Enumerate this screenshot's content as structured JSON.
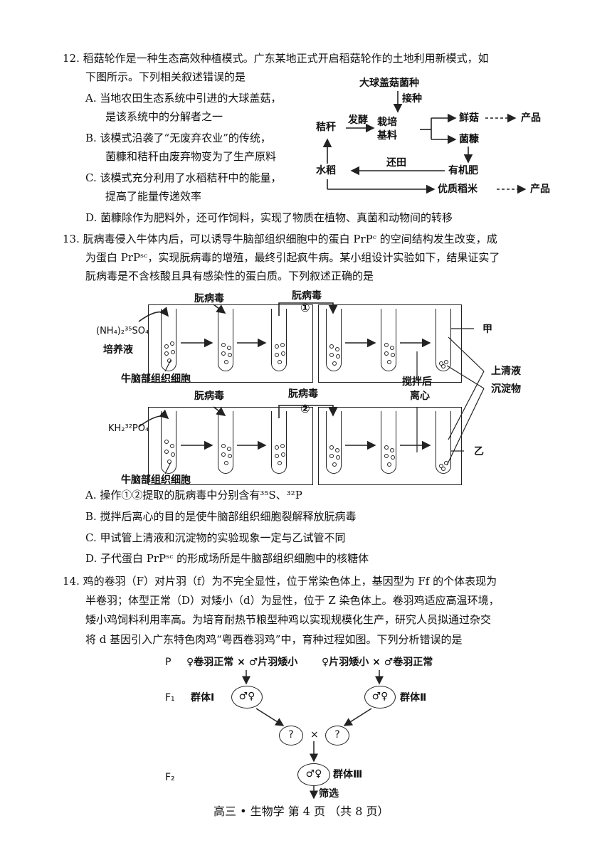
{
  "q12": {
    "stem1": "12. 稻菇轮作是一种生态高效种植模式。广东某地正式开启稻菇轮作的土地利用新模式，如",
    "stem2": "下图所示。下列相关叙述错误的是",
    "a1": "A.  当地农田生态系统中引进的大球盖菇，",
    "a2": "是该系统中的分解者之一",
    "b1": "B. 该模式沿袭了“无废弃农业”的传统，",
    "b2": "菌糠和秸秆由废弃物变为了生产原料",
    "c1": "C. 该模式充分利用了水稻秸秆中的能量，",
    "c2": "提高了能量传递效率",
    "d": "D. 菌糠除作为肥料外，还可作饲料，实现了物质在植物、真菌和动物间的转移",
    "diagram": {
      "species": "大球盖菇菌种",
      "inoculate": "接种",
      "straw": "秸秆",
      "ferment": "发酵",
      "substrate1": "栽培",
      "substrate2": "基料",
      "fresh": "鲜菇",
      "product1": "产品",
      "residue": "菌糠",
      "fertilizer": "有机肥",
      "return": "还田",
      "rice": "水稻",
      "quality_rice": "优质稻米",
      "product2": "产品"
    }
  },
  "q13": {
    "stem1": "13. 朊病毒侵入牛体内后，可以诱导牛脑部组织细胞中的蛋白  PrPᶜ  的空间结构发生改变，成",
    "stem2": "为蛋白 PrPˢᶜ，实现朊病毒的增殖，最终引起疯牛病。某小组设计实验如下，结果证实了",
    "stem3": "朊病毒是不含核酸且具有感染性的蛋白质。下列叙述正确的是",
    "a": "A. 操作①②提取的朊病毒中分别含有³⁵S、³²P",
    "b": "B. 搅拌后离心的目的是使牛脑部组织细胞裂解释放朊病毒",
    "c": "C.  甲试管上清液和沉淀物的实验现象一定与乙试管不同",
    "d": "D. 子代蛋白  PrPˢᶜ  的形成场所是牛脑部组织细胞中的核糖体",
    "diagram": {
      "prion": "朊病毒",
      "op1": "①",
      "op2": "②",
      "reagent1": "(NH₄)₂³⁵SO₄",
      "medium": "培养液",
      "cells": "牛脑部组织细胞",
      "reagent2": "KH₂³²PO₄",
      "stir1": "搅拌后",
      "stir2": "离心",
      "jia": "甲",
      "yi": "乙",
      "supernatant": "上清液",
      "sediment": "沉淀物"
    }
  },
  "q14": {
    "stem1": "14. 鸡的卷羽（F）对片羽（f）为不完全显性，位于常染色体上，基因型为 Ff 的个体表现为",
    "stem2": "半卷羽；体型正常（D）对矮小（d）为显性，位于 Z 染色体上。卷羽鸡适应高温环境，",
    "stem3": "矮小鸡饲料利用率高。为培育耐热节粮型种鸡以实现规模化生产，研究人员拟通过杂交",
    "stem4": "将 d 基因引入广东特色肉鸡“粤西卷羽鸡”中，育种过程如图。下列分析错误的是",
    "diagram": {
      "p": "P",
      "cross1": "♀卷羽正常 × ♂片羽矮小",
      "cross2": "♀片羽矮小 × ♂卷羽正常",
      "f1": "F₁",
      "group1": "群体Ⅰ",
      "group2": "群体Ⅱ",
      "sexes": "♂♀",
      "unknown": "?",
      "times": "×",
      "f2": "F₂",
      "group3": "群体Ⅲ",
      "screen": "筛选"
    }
  },
  "footer": "高三 • 生物学  第 4 页  （共 8 页）"
}
